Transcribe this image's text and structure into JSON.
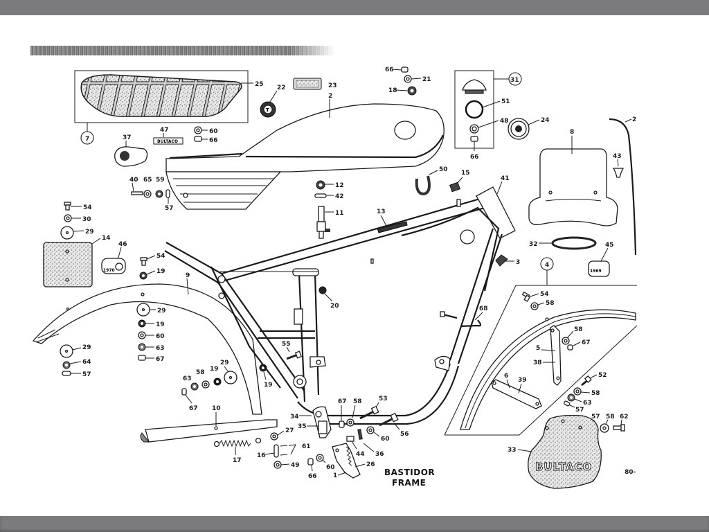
{
  "viewer": {
    "top_bar_color": "#7b7b7d",
    "bottom_bar_color": "#7b7b7d",
    "page_color": "#ffffff"
  },
  "diagram": {
    "title_es": "BASTIDOR",
    "title_en": "FRAME",
    "page_ref": "80-",
    "groups": {
      "seat_group": "7",
      "tank_cap_group": "31",
      "rear_fender_group": "4"
    },
    "callouts": {
      "c25": "25",
      "c22": "22",
      "c23": "23",
      "c2": "2",
      "c2b": "2",
      "c66a": "66",
      "c21": "21",
      "c18": "18",
      "c51": "51",
      "c48": "48",
      "c66b": "66",
      "c24": "24",
      "c47": "47",
      "c60a": "60",
      "c66c": "66",
      "c37": "37",
      "c40": "40",
      "c65": "65",
      "c59": "59",
      "c57a": "57",
      "c12": "12",
      "c42": "42",
      "c11": "11",
      "c13": "13",
      "c50": "50",
      "c15": "15",
      "c41": "41",
      "c8": "8",
      "c43": "43",
      "c32": "32",
      "c45": "45",
      "c3": "3",
      "c54a": "54",
      "c30": "30",
      "c29a": "29",
      "c14": "14",
      "c46": "46",
      "c54b": "54",
      "c19a": "19",
      "c9": "9",
      "c29b": "29",
      "c19b": "19",
      "c60b": "60",
      "c63a": "63",
      "c67a": "67",
      "c29c": "29",
      "c64": "64",
      "c57b": "57",
      "c63b": "63",
      "c58a": "58",
      "c19c": "19",
      "c29d": "29",
      "c67b": "67",
      "c19d": "19",
      "c20": "20",
      "c55": "55",
      "c68": "68",
      "c10": "10",
      "c17": "17",
      "c27": "27",
      "c61": "61",
      "c16": "16",
      "c49": "49",
      "c34": "34",
      "c35": "35",
      "c67c": "67",
      "c58b": "58",
      "c53": "53",
      "c56": "56",
      "c60c": "60",
      "c44": "44",
      "c36": "36",
      "c66d": "66",
      "c60d": "60",
      "c26": "26",
      "c1": "1",
      "c54c": "54",
      "c58c": "58",
      "c58d": "58",
      "c67d": "67",
      "c5": "5",
      "c38": "38",
      "c6": "6",
      "c39": "39",
      "c52": "52",
      "c58e": "58",
      "c63c": "63",
      "c57c": "57",
      "c57d": "57",
      "c58f": "58",
      "c62": "62",
      "c33": "33"
    },
    "decals": {
      "bultaco_strip": "BULTACO",
      "mudflap_logo": "BULTACO",
      "badge_46_year": "1970",
      "badge_45_year": "1969"
    }
  }
}
